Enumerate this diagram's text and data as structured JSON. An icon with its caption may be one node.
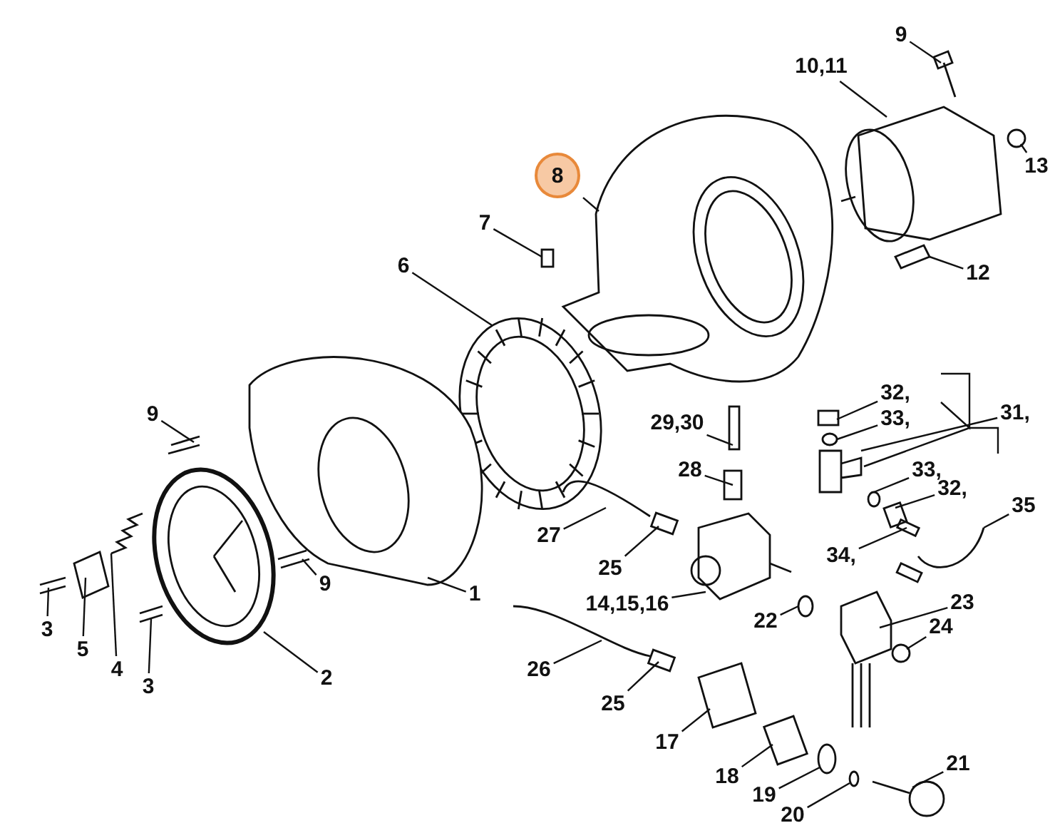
{
  "diagram": {
    "nodes": [
      {
        "text": [
          "9"
        ]
      },
      {
        "text": [
          "10,11"
        ]
      },
      {
        "text": [
          "8"
        ]
      },
      {
        "text": [
          "13"
        ]
      },
      {
        "text": [
          "7"
        ]
      },
      {
        "text": [
          "6"
        ]
      },
      {
        "text": [
          "12"
        ]
      },
      {
        "text": [
          "29,30"
        ]
      },
      {
        "text": [
          "32,"
        ]
      },
      {
        "text": [
          "33,"
        ]
      },
      {
        "text": [
          "31,"
        ]
      },
      {
        "text": [
          "9"
        ]
      },
      {
        "text": [
          "28"
        ]
      },
      {
        "text": [
          "33,"
        ]
      },
      {
        "text": [
          "32,"
        ]
      },
      {
        "text": [
          "35"
        ]
      },
      {
        "text": [
          "27"
        ]
      },
      {
        "text": [
          "34,"
        ]
      },
      {
        "text": [
          "9"
        ]
      },
      {
        "text": [
          "1"
        ]
      },
      {
        "text": [
          "25"
        ]
      },
      {
        "text": [
          "3"
        ]
      },
      {
        "text": [
          "14,15,16"
        ]
      },
      {
        "text": [
          "22"
        ]
      },
      {
        "text": [
          "23"
        ]
      },
      {
        "text": [
          "24"
        ]
      },
      {
        "text": [
          "5"
        ]
      },
      {
        "text": [
          "4"
        ]
      },
      {
        "text": [
          "3"
        ]
      },
      {
        "text": [
          "2"
        ]
      },
      {
        "text": [
          "26"
        ]
      },
      {
        "text": [
          "25"
        ]
      },
      {
        "text": [
          "17"
        ]
      },
      {
        "text": [
          "21"
        ]
      },
      {
        "text": [
          "18"
        ]
      },
      {
        "text": [
          "19"
        ]
      },
      {
        "text": [
          "20"
        ]
      },
      {
        "text": [],
        "shape": "picture"
      },
      {
        "text": [],
        "shape": "picture"
      },
      {
        "text": [],
        "shape": "picture"
      },
      {
        "text": [],
        "shape": "circle"
      },
      {
        "text": [],
        "shape": "box"
      },
      {
        "text": [],
        "shape": "picture"
      },
      {
        "text": [],
        "shape": "picture"
      },
      {
        "text": [],
        "shape": "box"
      },
      {
        "text": [],
        "shape": "box"
      },
      {
        "text": [],
        "shape": "circle"
      },
      {
        "text": [],
        "shape": "picture"
      },
      {
        "text": [],
        "shape": "picture"
      },
      {
        "text": [],
        "shape": "box"
      },
      {
        "text": [],
        "shape": "circle"
      },
      {
        "text": [],
        "shape": "box"
      },
      {
        "text": [],
        "shape": "picture"
      },
      {
        "text": [],
        "shape": "picture"
      },
      {
        "text": [],
        "shape": "picture"
      },
      {
        "text": [],
        "shape": "picture"
      },
      {
        "text": [],
        "shape": "picture"
      },
      {
        "text": [],
        "shape": "box"
      },
      {
        "text": [],
        "shape": "picture"
      },
      {
        "text": [],
        "shape": "picture"
      },
      {
        "text": [],
        "shape": "circle"
      },
      {
        "text": [],
        "shape": "picture"
      },
      {
        "text": [],
        "shape": "circle"
      },
      {
        "text": [],
        "shape": "picture"
      },
      {
        "text": [],
        "shape": "picture"
      },
      {
        "text": [],
        "shape": "picture"
      },
      {
        "text": [],
        "shape": "picture"
      },
      {
        "text": [],
        "shape": "picture"
      },
      {
        "text": [],
        "shape": "box"
      },
      {
        "text": [],
        "shape": "picture"
      },
      {
        "text": [],
        "shape": "picture"
      },
      {
        "text": [],
        "shape": "box"
      },
      {
        "text": [],
        "shape": "circle"
      },
      {
        "text": [],
        "shape": "circle"
      }
    ],
    "edges": [
      {
        "from": 0,
        "to": 37,
        "arrow": "none"
      },
      {
        "from": 1,
        "to": 38,
        "arrow": "none"
      },
      {
        "from": 2,
        "to": 39,
        "arrow": "none"
      },
      {
        "from": 3,
        "to": 40,
        "arrow": "none"
      },
      {
        "from": 4,
        "to": 41,
        "arrow": "none"
      },
      {
        "from": 5,
        "to": 42,
        "arrow": "none"
      },
      {
        "from": 6,
        "to": 43,
        "arrow": "none"
      },
      {
        "from": 7,
        "to": 44,
        "arrow": "none"
      },
      {
        "from": 8,
        "to": 45,
        "arrow": "none"
      },
      {
        "from": 9,
        "to": 46,
        "arrow": "none"
      },
      {
        "from": 10,
        "to": 47,
        "arrow": "none"
      },
      {
        "from": 11,
        "to": 48,
        "arrow": "none"
      },
      {
        "from": 12,
        "to": 49,
        "arrow": "none"
      },
      {
        "from": 13,
        "to": 50,
        "arrow": "none"
      },
      {
        "from": 14,
        "to": 51,
        "arrow": "none"
      },
      {
        "from": 15,
        "to": 52,
        "arrow": "none"
      },
      {
        "from": 16,
        "to": 53,
        "arrow": "none"
      },
      {
        "from": 17,
        "to": 54,
        "arrow": "none"
      },
      {
        "from": 18,
        "to": 55,
        "arrow": "none"
      },
      {
        "from": 19,
        "to": 56,
        "arrow": "none"
      },
      {
        "from": 20,
        "to": 57,
        "arrow": "none"
      },
      {
        "from": 21,
        "to": 58,
        "arrow": "none"
      },
      {
        "from": 22,
        "to": 59,
        "arrow": "none"
      },
      {
        "from": 23,
        "to": 60,
        "arrow": "none"
      },
      {
        "from": 24,
        "to": 61,
        "arrow": "none"
      },
      {
        "from": 25,
        "to": 62,
        "arrow": "none"
      },
      {
        "from": 26,
        "to": 63,
        "arrow": "none"
      },
      {
        "from": 27,
        "to": 64,
        "arrow": "none"
      },
      {
        "from": 28,
        "to": 65,
        "arrow": "none"
      },
      {
        "from": 29,
        "to": 66,
        "arrow": "none"
      },
      {
        "from": 30,
        "to": 67,
        "arrow": "none"
      },
      {
        "from": 31,
        "to": 68,
        "arrow": "none"
      },
      {
        "from": 32,
        "to": 69,
        "arrow": "none"
      },
      {
        "from": 33,
        "to": 70,
        "arrow": "none"
      },
      {
        "from": 34,
        "to": 71,
        "arrow": "none"
      },
      {
        "from": 35,
        "to": 72,
        "arrow": "none"
      },
      {
        "from": 36,
        "to": 73,
        "arrow": "none"
      }
    ]
  }
}
